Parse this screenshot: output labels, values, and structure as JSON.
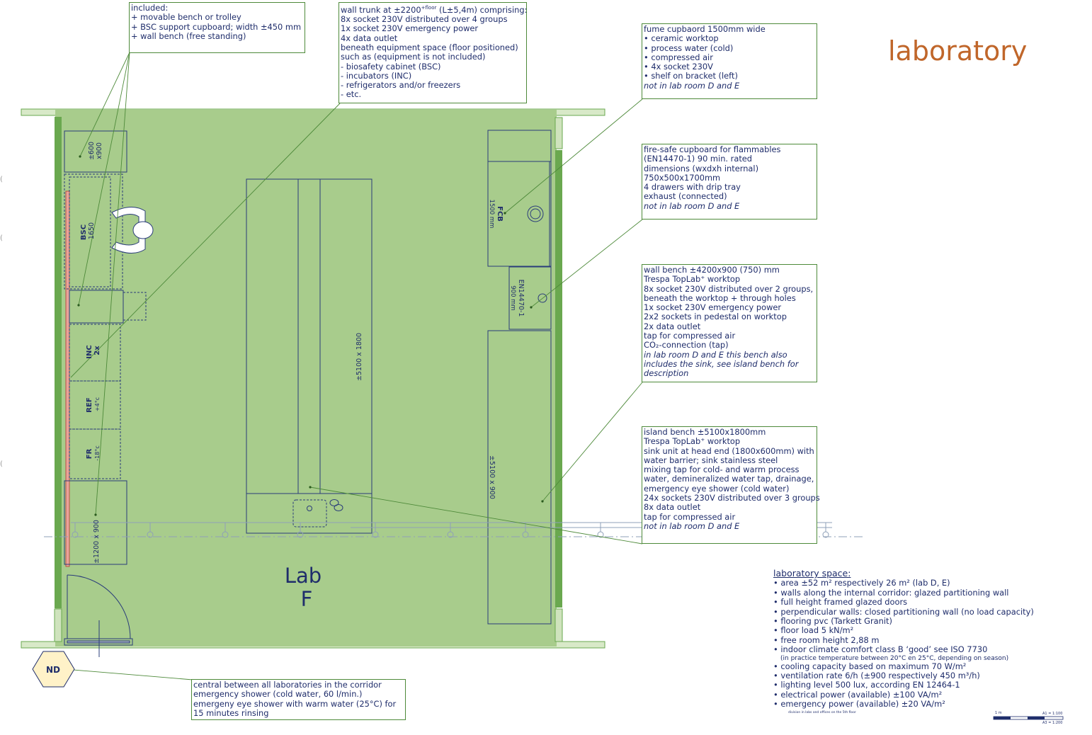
{
  "title": "laboratory",
  "room": {
    "name_line1": "Lab",
    "name_line2": "F"
  },
  "hexagon_label": "ND",
  "equipment": {
    "cupboard_600": {
      "line1": "±600",
      "line2": "x900"
    },
    "bsc": {
      "line1": "BSC",
      "line2": "1650"
    },
    "inc": {
      "line1": "INC",
      "line2": "2x"
    },
    "ref": {
      "line1": "REF",
      "line2": "+4°c"
    },
    "fr": {
      "line1": "FR",
      "line2": "-18°c"
    },
    "cupboard_1200": "±1200 x 900",
    "island": "±5100 x 1800",
    "fcb": {
      "line1": "FCB",
      "line2": "1500 mm"
    },
    "en14470": {
      "line1": "EN14470-1",
      "line2": "900 mm"
    },
    "wall_bench": "±5100 x 900"
  },
  "notes": {
    "included": [
      "included:",
      "+ movable bench or trolley",
      "+ BSC support cupboard; width ±450 mm",
      "+ wall bench (free standing)"
    ],
    "wall_trunk": {
      "first_pre": "wall trunk at ±2200",
      "first_sup": "+floor",
      "first_post": " (L±5,4m) comprising:",
      "lines": [
        "8x socket 230V distributed over 4 groups",
        "1x socket 230V emergency power",
        "4x data outlet",
        "beneath equipment space (floor positioned)",
        "such as (equipment is not included)",
        "- biosafety cabinet (BSC)",
        "- incubators (INC)",
        "- refrigerators and/or freezers",
        "- etc."
      ]
    },
    "fume": {
      "lines": [
        "fume cupbaord 1500mm wide",
        "• ceramic worktop",
        "• process water (cold)",
        "• compressed air",
        "• 4x socket 230V",
        "• shelf on bracket (left)"
      ],
      "italic": "not in lab room D and E"
    },
    "firesafe": {
      "lines": [
        "fire-safe cupboard for flammables",
        "(EN14470-1) 90 min. rated",
        "dimensions (wxdxh internal)",
        "750x500x1700mm",
        "4 drawers with drip tray",
        "exhaust (connected)"
      ],
      "italic": "not in lab room D and E"
    },
    "wallbench": {
      "lines": [
        "wall bench ±4200x900 (750) mm",
        "Trespa TopLab⁺ worktop",
        "8x socket 230V distributed over 2 groups,",
        "beneath the worktop + through holes",
        "1x socket 230V emergency power",
        "2x2 sockets in pedestal on worktop",
        "2x data outlet",
        "tap for compressed air",
        "CO₂-connection (tap)"
      ],
      "italic": [
        "in lab room D and E this bench also",
        "includes the sink, see island bench for",
        "description"
      ]
    },
    "island": {
      "lines": [
        "island bench ±5100x1800mm",
        "Trespa TopLab⁺ worktop",
        "sink unit at head end (1800x600mm) with",
        "water barrier; sink stainless steel",
        "mixing tap for cold- and warm process",
        "water, demineralized water tap, drainage,",
        "emergency eye shower (cold water)",
        "24x sockets 230V distributed over 3 groups",
        "8x data outlet",
        "tap for compressed air"
      ],
      "italic": "not in lab room D and E"
    },
    "shower": [
      "central between all laboratories in the corridor",
      "emergency shower (cold water, 60 l/min.)",
      "emergeny eye shower with warm water (25°C) for",
      "15 minutes rinsing"
    ]
  },
  "lab_space": {
    "heading": "laboratory space:",
    "items": [
      "• area ±52 m² respectively 26 m² (lab D, E)",
      "• walls along the internal corridor: glazed partitioning wall",
      "• full height framed glazed doors",
      "• perpendicular walls: closed partitioning wall (no load capacity)",
      "• flooring pvc (Tarkett Granit)",
      "• floor load 5 kN/m²",
      "• free room height 2,88 m",
      "• indoor climate comfort class B ‘good’ see ISO 7730"
    ],
    "small": "(in practice temperature between 20°C en 25°C, depending on season)",
    "items2": [
      "• cooling capacity based on maximum 70 W/m²",
      "• ventilation rate 6/h (±900 respectively 450 m³/h)",
      "• lighting level 500 lux, according EN 12464-1",
      "• electrical power (available) ±100 VA/m²",
      "• emergency power (available) ±20 VA/m²"
    ]
  },
  "scale": {
    "left": "1 m",
    "r1": "A1 = 1:100",
    "r2": "A3 = 1:200"
  },
  "footer_small": "division in labs and offices on the 5th floor",
  "colors": {
    "floor": "#a8cc8c",
    "wall": "#6aa84f",
    "ink": "#1f2d6b",
    "title": "#c0662a",
    "leader": "#4e8a3a"
  }
}
